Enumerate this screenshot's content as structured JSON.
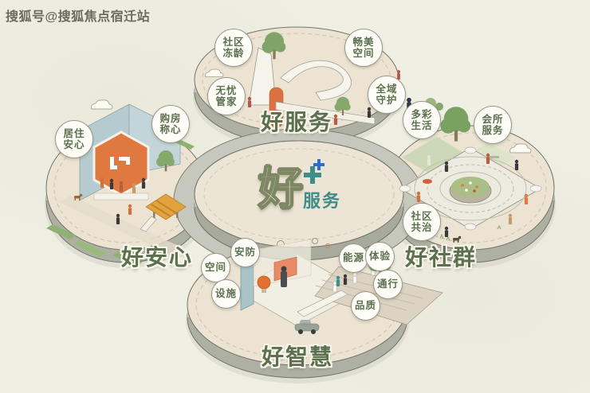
{
  "watermark": {
    "text": "搜狐号@搜狐焦点宿迁站"
  },
  "center_badge": {
    "main_char": "好",
    "plus_symbol": "+",
    "sub_label": "服务"
  },
  "platforms": [
    {
      "key": "service",
      "label": "好服务",
      "bubbles": [
        {
          "lines": [
            "社区",
            "冻龄"
          ]
        },
        {
          "lines": [
            "畅美",
            "空间"
          ]
        },
        {
          "lines": [
            "无忧",
            "管家"
          ]
        },
        {
          "lines": [
            "全域",
            "守护"
          ]
        }
      ]
    },
    {
      "key": "reassurance",
      "label": "好安心",
      "bubbles": [
        {
          "lines": [
            "居住",
            "安心"
          ]
        },
        {
          "lines": [
            "购房",
            "称心"
          ]
        }
      ]
    },
    {
      "key": "community",
      "label": "好社群",
      "bubbles": [
        {
          "lines": [
            "多彩",
            "生活"
          ]
        },
        {
          "lines": [
            "会所",
            "服务"
          ]
        },
        {
          "lines": [
            "社区",
            "共治"
          ]
        }
      ]
    },
    {
      "key": "wisdom",
      "label": "好智慧",
      "bubbles": [
        {
          "lines": [
            "安防"
          ]
        },
        {
          "lines": [
            "空间"
          ]
        },
        {
          "lines": [
            "设施"
          ]
        },
        {
          "lines": [
            "能源"
          ]
        },
        {
          "lines": [
            "体验"
          ]
        },
        {
          "lines": [
            "通行"
          ]
        },
        {
          "lines": [
            "品质"
          ]
        }
      ]
    }
  ],
  "colors": {
    "background": "#f0efe3",
    "disc_top": "#ece3d3",
    "disc_rim": "#c5c7bc",
    "label_green": "#5c7050",
    "teal": "#3f8d89",
    "plus_blue": "#2f6cd0",
    "accent_orange": "#e0793f",
    "wall_blue": "#b6cbd0"
  }
}
